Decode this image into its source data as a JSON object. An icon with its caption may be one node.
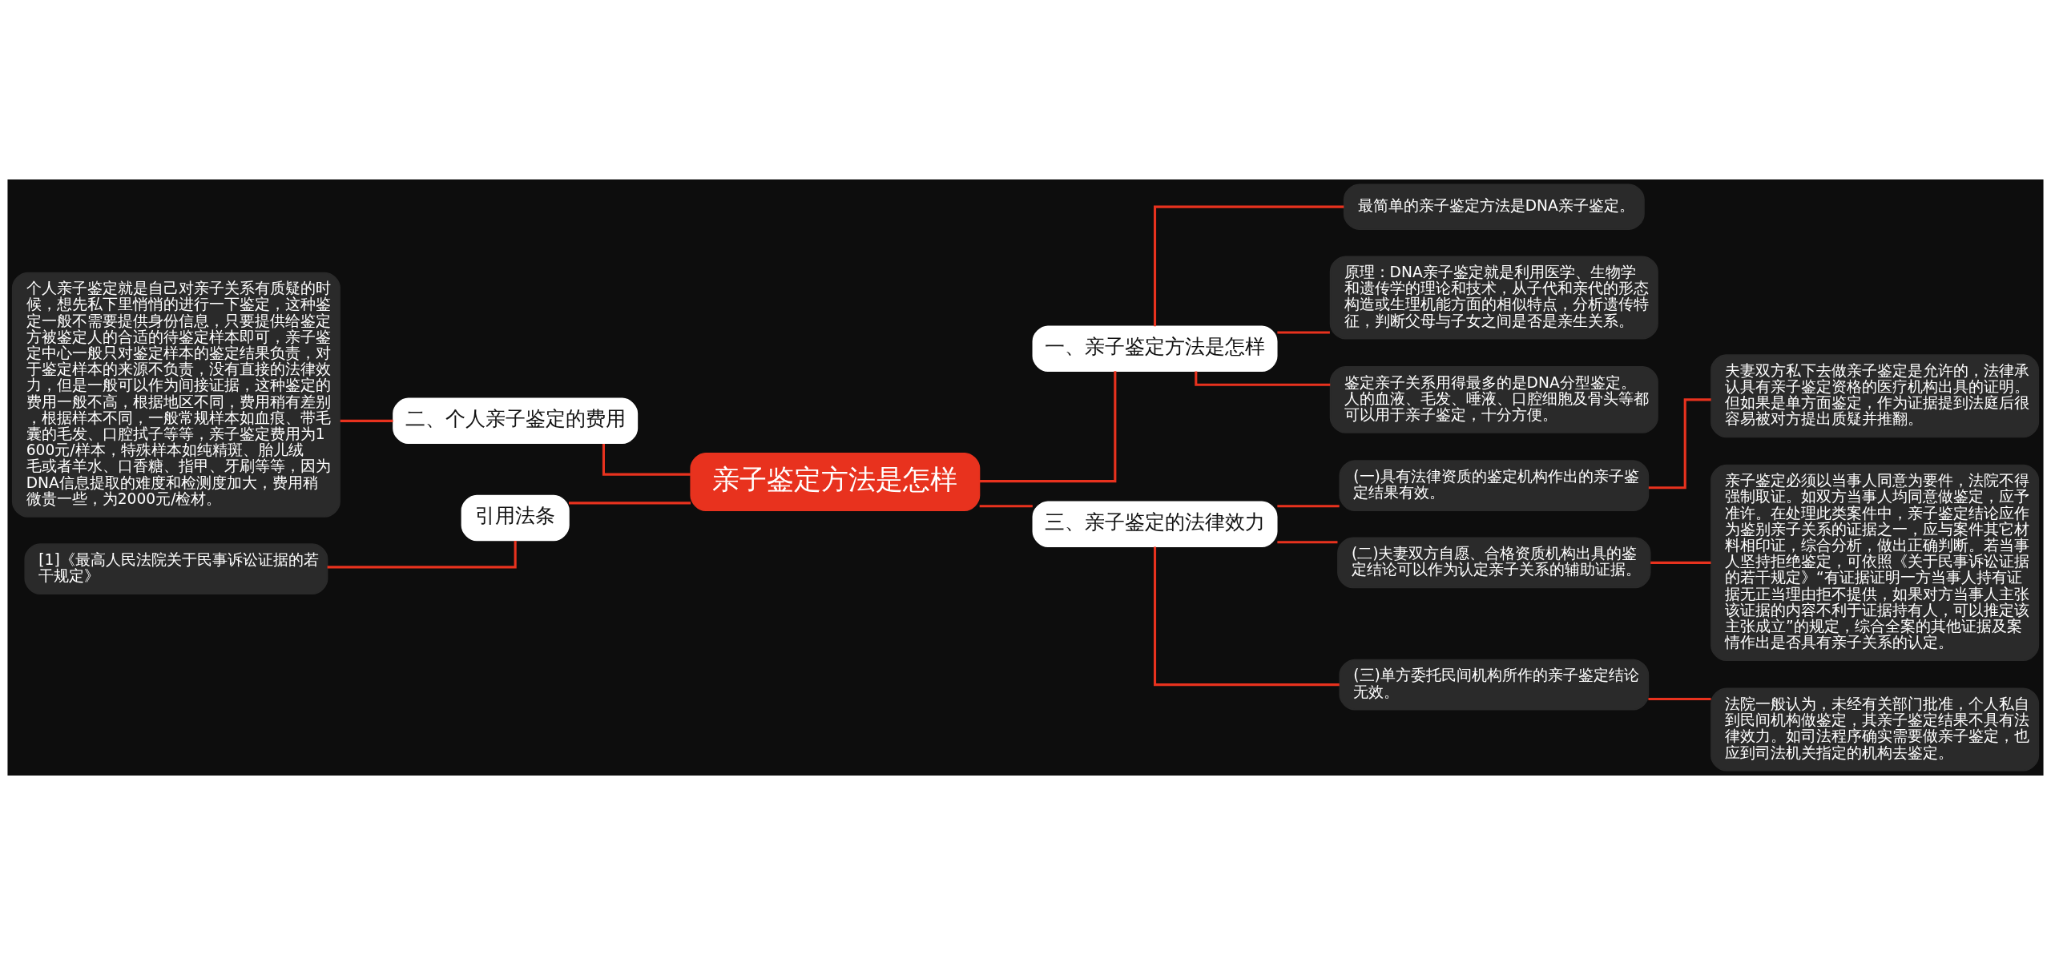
{
  "diagram": {
    "nodes": [
      {
        "text": [
          "亲子鉴定方法是怎样"
        ]
      },
      {
        "text": [
          "一、亲子鉴定方法是怎样"
        ]
      },
      {
        "text": [
          "最简单的亲子鉴定方法是DNA亲子鉴定。"
        ]
      },
      {
        "text": [
          "原理：DNA亲子鉴定就是利用医学、生物学和遗传学的理论和技术，从子代和亲代的形态构造或生理机能方面的相似特点，分析遗传特征，判断父母与子女之间是否是亲生关系。"
        ]
      },
      {
        "text": [
          "鉴定亲子关系用得最多的是DNA分型鉴定。人的血液、毛发、唾液、口腔细胞及骨头等都可以用于亲子鉴定，十分方便。"
        ]
      },
      {
        "text": [
          "三、亲子鉴定的法律效力"
        ]
      },
      {
        "text": [
          "(一)具有法律资质的鉴定机构作出的亲子鉴定结果有效。"
        ]
      },
      {
        "text": [
          "夫妻双方私下去做亲子鉴定是允许的，法律承认具有亲子鉴定资格的医疗机构出具的证明。但如果是单方面鉴定，作为证据提到法庭后很容易被对方提出质疑并推翻。"
        ]
      },
      {
        "text": [
          "(二)夫妻双方自愿、合格资质机构出具的鉴定结论可以作为认定亲子关系的辅助证据。"
        ]
      },
      {
        "text": [
          "亲子鉴定必须以当事人同意为要件，法院不得强制取证。如双方当事人均同意做鉴定，应予准许。在处理此类案件中，亲子鉴定结论应作为鉴别亲子关系的证据之一，应与案件其它材料相印证，综合分析，做出正确判断。若当事人坚持拒绝鉴定，可依照《关于民事诉讼证据的若干规定》“有证据证明一方当事人持有证据无正当理由拒不提供，如果对方当事人主张该证据的内容不利于证据持有人，可以推定该主张成立”的规定，综合全案的其他证据及案情作出是否具有亲子关系的认定。"
        ]
      },
      {
        "text": [
          "(三)单方委托民间机构所作的亲子鉴定结论无效。"
        ]
      },
      {
        "text": [
          "法院一般认为，未经有关部门批准，个人私自到民间机构做鉴定，其亲子鉴定结果不具有法律效力。如司法程序确实需要做亲子鉴定，也应到司法机关指定的机构去鉴定。"
        ]
      },
      {
        "text": [
          "二、个人亲子鉴定的费用"
        ]
      },
      {
        "text": [
          "个人亲子鉴定就是自己对亲子关系有质疑的时候，想先私下里悄悄的进行一下鉴定，这种鉴定一般不需要提供身份信息，只要提供给鉴定方被鉴定人的合适的待鉴定样本即可，亲子鉴定中心一般只对鉴定样本的鉴定结果负责，对于鉴定样本的来源不负责，没有直接的法律效力，但是一般可以作为间接证据，这种鉴定的费用一般不高，根据地区不同，费用稍有差别，根据样本不同，一般常规样本如血痕、带毛囊的毛发、口腔拭子等等，亲子鉴定费用为1600元/样本，特殊样本如纯精斑、胎儿绒毛或者羊水、口香糖、指甲、牙刷等等，因为DNA信息提取的难度和检测度加大，费用稍微贵一些，为2000元/检材。"
        ]
      },
      {
        "text": [
          "引用法条"
        ]
      },
      {
        "text": [
          "[1]《最高人民法院关于民事诉讼证据的若干规定》"
        ]
      }
    ],
    "edges": [
      {
        "from": 0,
        "to": 1,
        "arrow": "none"
      },
      {
        "from": 1,
        "to": 2,
        "arrow": "none"
      },
      {
        "from": 1,
        "to": 3,
        "arrow": "none"
      },
      {
        "from": 1,
        "to": 4,
        "arrow": "none"
      },
      {
        "from": 0,
        "to": 5,
        "arrow": "none"
      },
      {
        "from": 5,
        "to": 6,
        "arrow": "none"
      },
      {
        "from": 6,
        "to": 7,
        "arrow": "none"
      },
      {
        "from": 5,
        "to": 8,
        "arrow": "none"
      },
      {
        "from": 8,
        "to": 9,
        "arrow": "none"
      },
      {
        "from": 5,
        "to": 10,
        "arrow": "none"
      },
      {
        "from": 10,
        "to": 11,
        "arrow": "none"
      },
      {
        "from": 0,
        "to": 12,
        "arrow": "none"
      },
      {
        "from": 12,
        "to": 13,
        "arrow": "none"
      },
      {
        "from": 0,
        "to": 14,
        "arrow": "none"
      },
      {
        "from": 14,
        "to": 15,
        "arrow": "none"
      }
    ]
  }
}
